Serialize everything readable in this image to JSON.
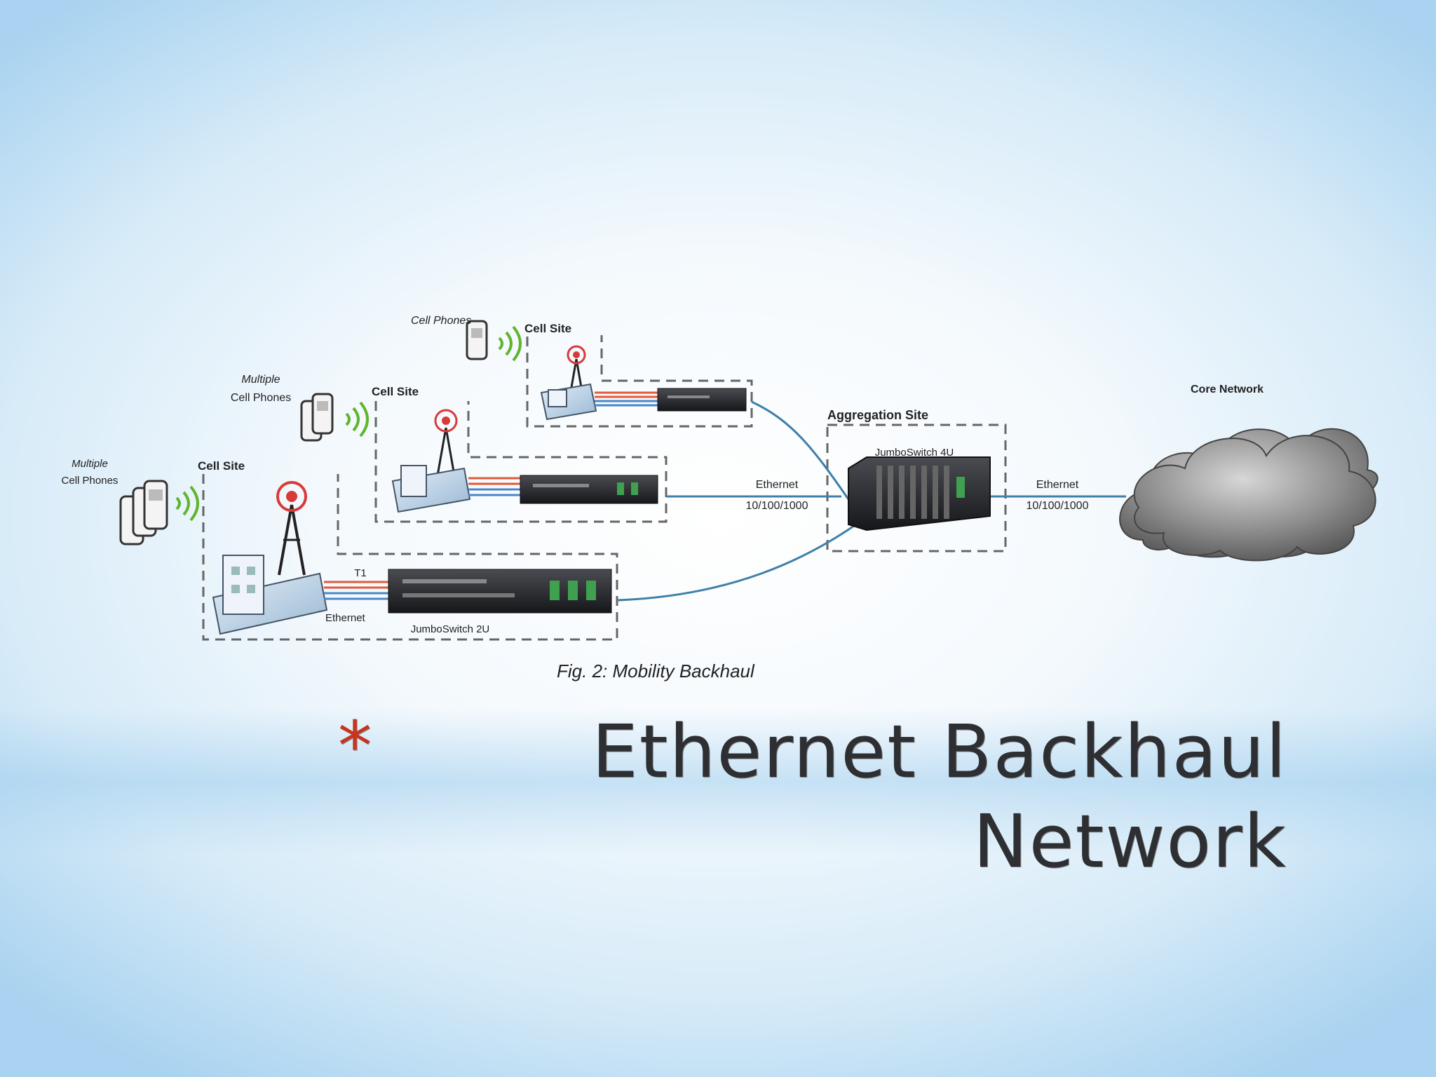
{
  "slide": {
    "bullet": "*",
    "title_line1": "Ethernet Backhaul",
    "title_line2": "Network",
    "accent_color": "#c8341c",
    "title_color": "#2d2f33"
  },
  "diagram": {
    "caption": "Fig. 2: Mobility Backhaul",
    "cell_sites": [
      {
        "label": "Cell Site",
        "phones_label": [
          "Cell Phones"
        ]
      },
      {
        "label": "Cell Site",
        "phones_label": [
          "Multiple",
          "Cell Phones"
        ]
      },
      {
        "label": "Cell Site",
        "phones_label": [
          "Multiple",
          "Cell Phones"
        ],
        "t1_label": "T1",
        "ethernet_label": "Ethernet",
        "device_label": "JumboSwitch 2U"
      }
    ],
    "link_label": [
      "Ethernet",
      "10/100/1000"
    ],
    "aggregation": {
      "label": "Aggregation Site",
      "device_label": "JumboSwitch 4U"
    },
    "core_link_label": [
      "Ethernet",
      "10/100/1000"
    ],
    "core": {
      "label": "Core Network"
    },
    "icons": [
      "cell-phone-icon",
      "signal-waves-icon",
      "cell-tower-icon",
      "building-icon",
      "switch-device-icon",
      "cloud-icon"
    ]
  }
}
